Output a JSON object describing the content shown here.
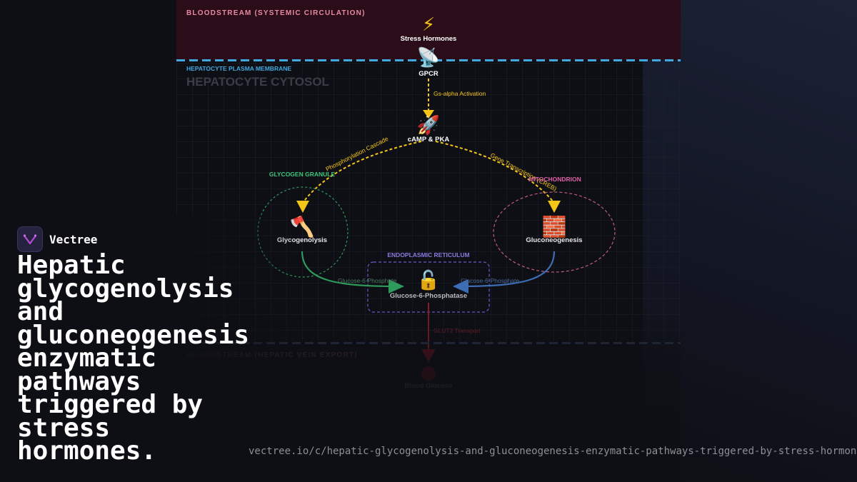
{
  "brand": {
    "name": "Vectree"
  },
  "headline": "Hepatic\nglycogenolysis\nand\ngluconeogenesis\nenzymatic\npathways\ntriggered by\nstress\nhormones.",
  "url": "vectree.io/c/hepatic-glycogenolysis-and-gluconeogenesis-enzymatic-pathways-triggered-by-stress-hormones",
  "diagram": {
    "zones": {
      "bloodstream_top": "BLOODSTREAM (SYSTEMIC CIRCULATION)",
      "membrane": "HEPATOCYTE PLASMA MEMBRANE",
      "cytosol": "HEPATOCYTE CYTOSOL",
      "bloodstream_bottom": "BLOODSTREAM (HEPATIC VEIN EXPORT)"
    },
    "compartments": {
      "glycogen_granule": "GLYCOGEN GRANULE",
      "mitochondrion": "MITOCHONDRION",
      "er": "ENDOPLASMIC RETICULUM"
    },
    "nodes": {
      "stress_hormones": {
        "icon": "⚡",
        "label": "Stress Hormones"
      },
      "gpcr": {
        "icon": "📡",
        "label": "GPCR"
      },
      "camp_pka": {
        "icon": "🚀",
        "label": "cAMP & PKA"
      },
      "glycogenolysis": {
        "icon": "🪓",
        "label": "Glycogenolysis"
      },
      "gluconeogenesis": {
        "icon": "🧱",
        "label": "Gluconeogenesis"
      },
      "g6pase": {
        "icon": "🔓",
        "label": "Glucose-6-Phosphatase"
      },
      "blood_glucose": {
        "label": "Blood Glucose"
      }
    },
    "edges": {
      "gs_alpha": "Gs-alpha Activation",
      "phosphorylation": "Phosphorylation Cascade",
      "gene_transcription": "Gene Transcription (CREB)",
      "g6p_left": "Glucose-6-Phosphate",
      "g6p_right": "Glucose-6-Phosphate",
      "glut2": "GLUT2 Transport"
    },
    "colors": {
      "blood_band": "#2a0d18",
      "membrane": "#3fa9e0",
      "signal": "#f5c518",
      "glycogen": "#2e9a5c",
      "mito": "#c25a8a",
      "er": "#6a5acd",
      "g6p_right": "#3d6db5",
      "glut2": "#8b1a2a"
    }
  }
}
